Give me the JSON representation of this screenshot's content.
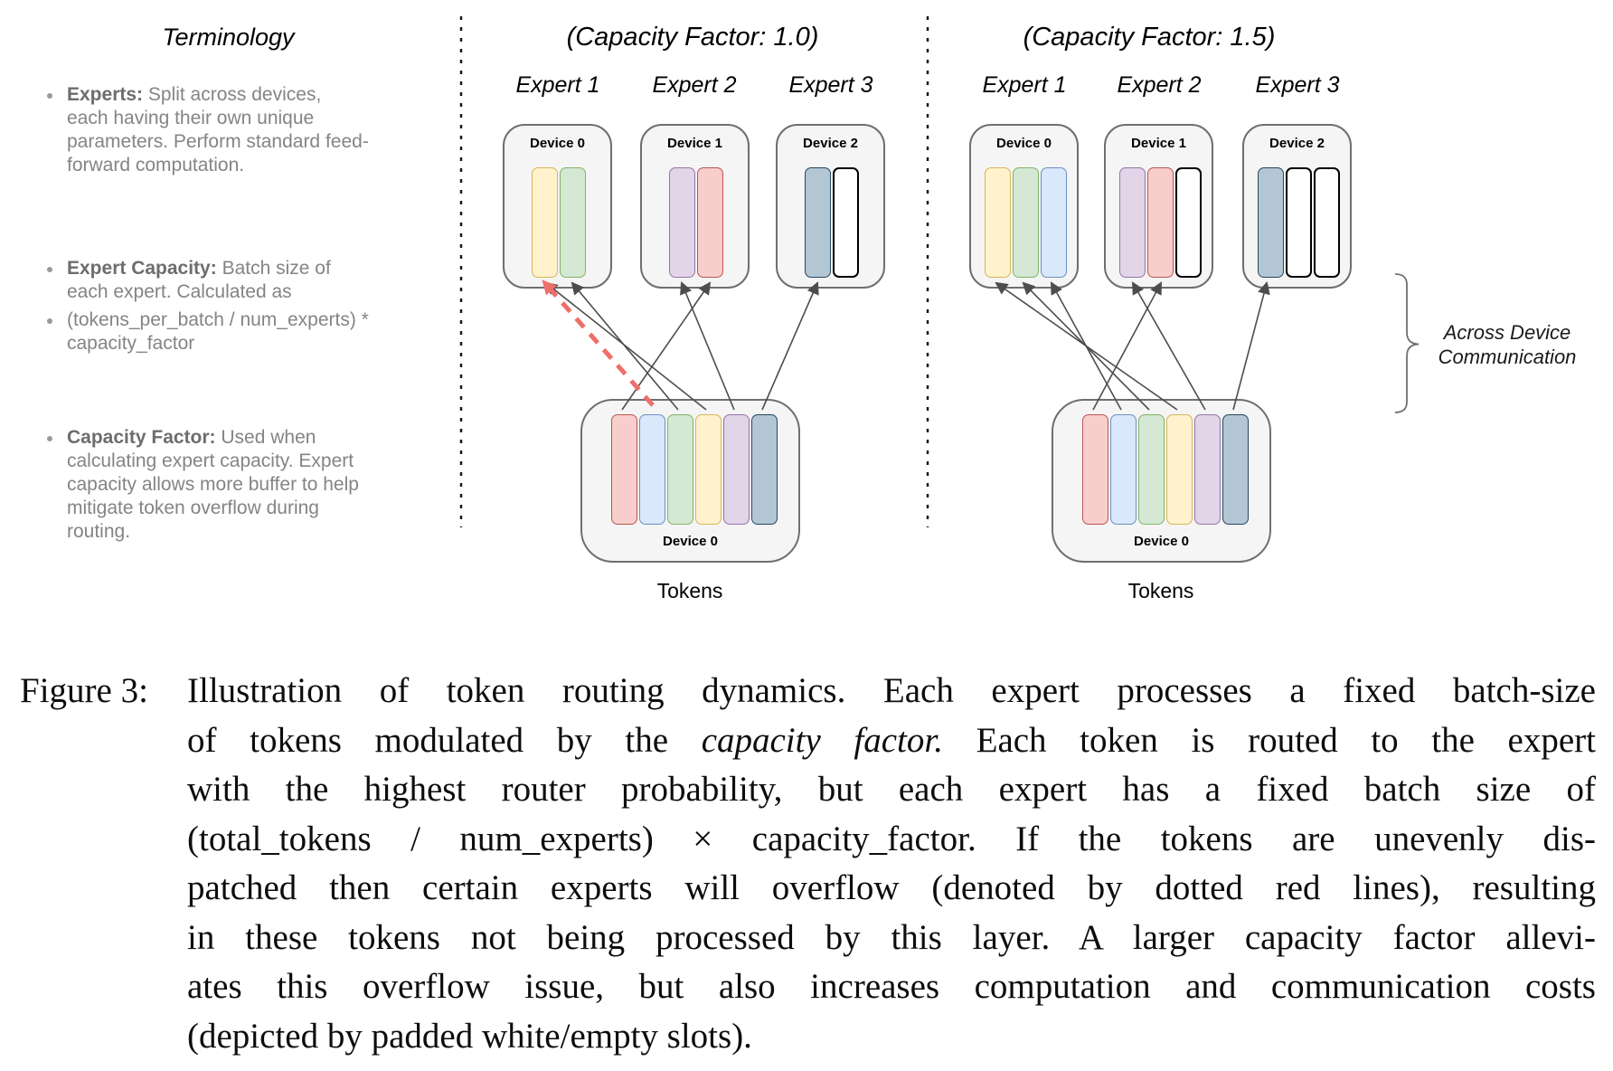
{
  "terminology": {
    "title": "Terminology",
    "bullets": [
      {
        "label": "Experts:",
        "first": " Split across devices,",
        "rest": [
          "each having their own unique",
          "parameters. Perform standard feed-",
          "forward computation."
        ]
      },
      {
        "label": "Expert Capacity:",
        "first": " Batch size of",
        "rest": [
          "each expert. Calculated as"
        ]
      },
      {
        "label": "",
        "first": "(tokens_per_batch / num_experts) *",
        "rest": [
          "capacity_factor"
        ]
      },
      {
        "label": "Capacity Factor:",
        "first": " Used when",
        "rest": [
          "calculating expert capacity. Expert",
          "capacity allows more buffer to help",
          "mitigate token overflow during",
          "routing."
        ]
      }
    ]
  },
  "panel_cf10": {
    "title": "(Capacity Factor: 1.0)",
    "experts": [
      {
        "label": "Expert 1",
        "device": "Device 0",
        "slots": [
          "yellow",
          "green"
        ]
      },
      {
        "label": "Expert 2",
        "device": "Device 1",
        "slots": [
          "purple",
          "red"
        ]
      },
      {
        "label": "Expert 3",
        "device": "Device 2",
        "slots": [
          "slate",
          "empty"
        ]
      }
    ],
    "token_box": {
      "device": "Device 0",
      "tokens": [
        "red",
        "blue",
        "green",
        "yellow",
        "purple",
        "slate"
      ]
    },
    "tokens_label": "Tokens"
  },
  "panel_cf15": {
    "title": "(Capacity Factor: 1.5)",
    "experts": [
      {
        "label": "Expert 1",
        "device": "Device 0",
        "slots": [
          "yellow",
          "green",
          "blue"
        ]
      },
      {
        "label": "Expert 2",
        "device": "Device 1",
        "slots": [
          "purple",
          "red",
          "empty"
        ]
      },
      {
        "label": "Expert 3",
        "device": "Device 2",
        "slots": [
          "slate",
          "empty",
          "empty"
        ]
      }
    ],
    "token_box": {
      "device": "Device 0",
      "tokens": [
        "red",
        "blue",
        "green",
        "yellow",
        "purple",
        "slate"
      ]
    },
    "tokens_label": "Tokens"
  },
  "annotation": {
    "line1": "Across Device",
    "line2": "Communication"
  },
  "colors": {
    "token_yellow_fill": "#fff2cc",
    "token_yellow_stroke": "#d6b656",
    "token_green_fill": "#d5e8d4",
    "token_green_stroke": "#82b366",
    "token_blue_fill": "#dae8fc",
    "token_blue_stroke": "#6c8ebf",
    "token_purple_fill": "#e1d5e7",
    "token_purple_stroke": "#9673a6",
    "token_red_fill": "#f8cecc",
    "token_red_stroke": "#b85450",
    "token_slate_fill": "#b3c6d4",
    "token_slate_stroke": "#26475f",
    "empty_slot_fill": "#ffffff",
    "device_box_fill": "#f5f5f5",
    "route_arrow": "#4d4d4d",
    "overflow_arrow": "#ee6f6a"
  },
  "caption": {
    "label": "Figure 3:",
    "line1": "Illustration of token routing dynamics. Each expert processes a fixed batch-size",
    "line2_pre": "of tokens modulated by the ",
    "line2_italic": "capacity factor.",
    "line2_post": " Each token is routed to the expert",
    "line3": "with the highest router probability, but each expert has a fixed batch size of",
    "line4": "(total_tokens / num_experts) × capacity_factor. If the tokens are unevenly dis-",
    "line5": "patched then certain experts will overflow (denoted by dotted red lines), resulting",
    "line6": "in these tokens not being processed by this layer. A larger capacity factor allevi-",
    "line7": "ates this overflow issue, but also increases computation and communication costs",
    "line8": "(depicted by padded white/empty slots)."
  }
}
